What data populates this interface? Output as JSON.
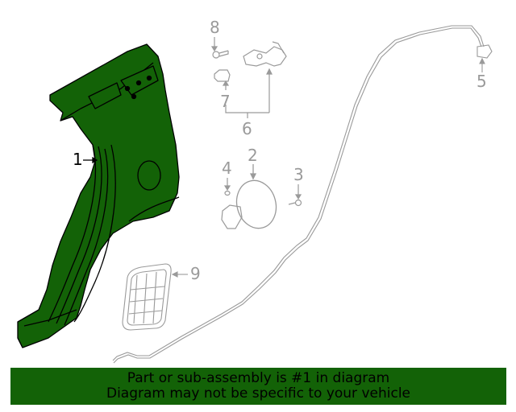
{
  "diagram": {
    "highlight_color": "#136207",
    "line_color": "#9a9a9a",
    "callouts": [
      {
        "id": "1",
        "label": "1",
        "part": "quarter-panel",
        "highlighted": true
      },
      {
        "id": "2",
        "label": "2",
        "part": "fuel-door"
      },
      {
        "id": "3",
        "label": "3",
        "part": "screw"
      },
      {
        "id": "4",
        "label": "4",
        "part": "bumper"
      },
      {
        "id": "5",
        "label": "5",
        "part": "release-cable-connector"
      },
      {
        "id": "6",
        "label": "6",
        "part": "fuel-door-actuator-assembly"
      },
      {
        "id": "7",
        "label": "7",
        "part": "cap"
      },
      {
        "id": "8",
        "label": "8",
        "part": "bolt"
      },
      {
        "id": "9",
        "label": "9",
        "part": "pressure-vent"
      }
    ]
  },
  "banner": {
    "line1": "Part or sub-assembly is #1 in diagram",
    "line2": "Diagram may not be specific to your vehicle",
    "background": "#136207"
  }
}
